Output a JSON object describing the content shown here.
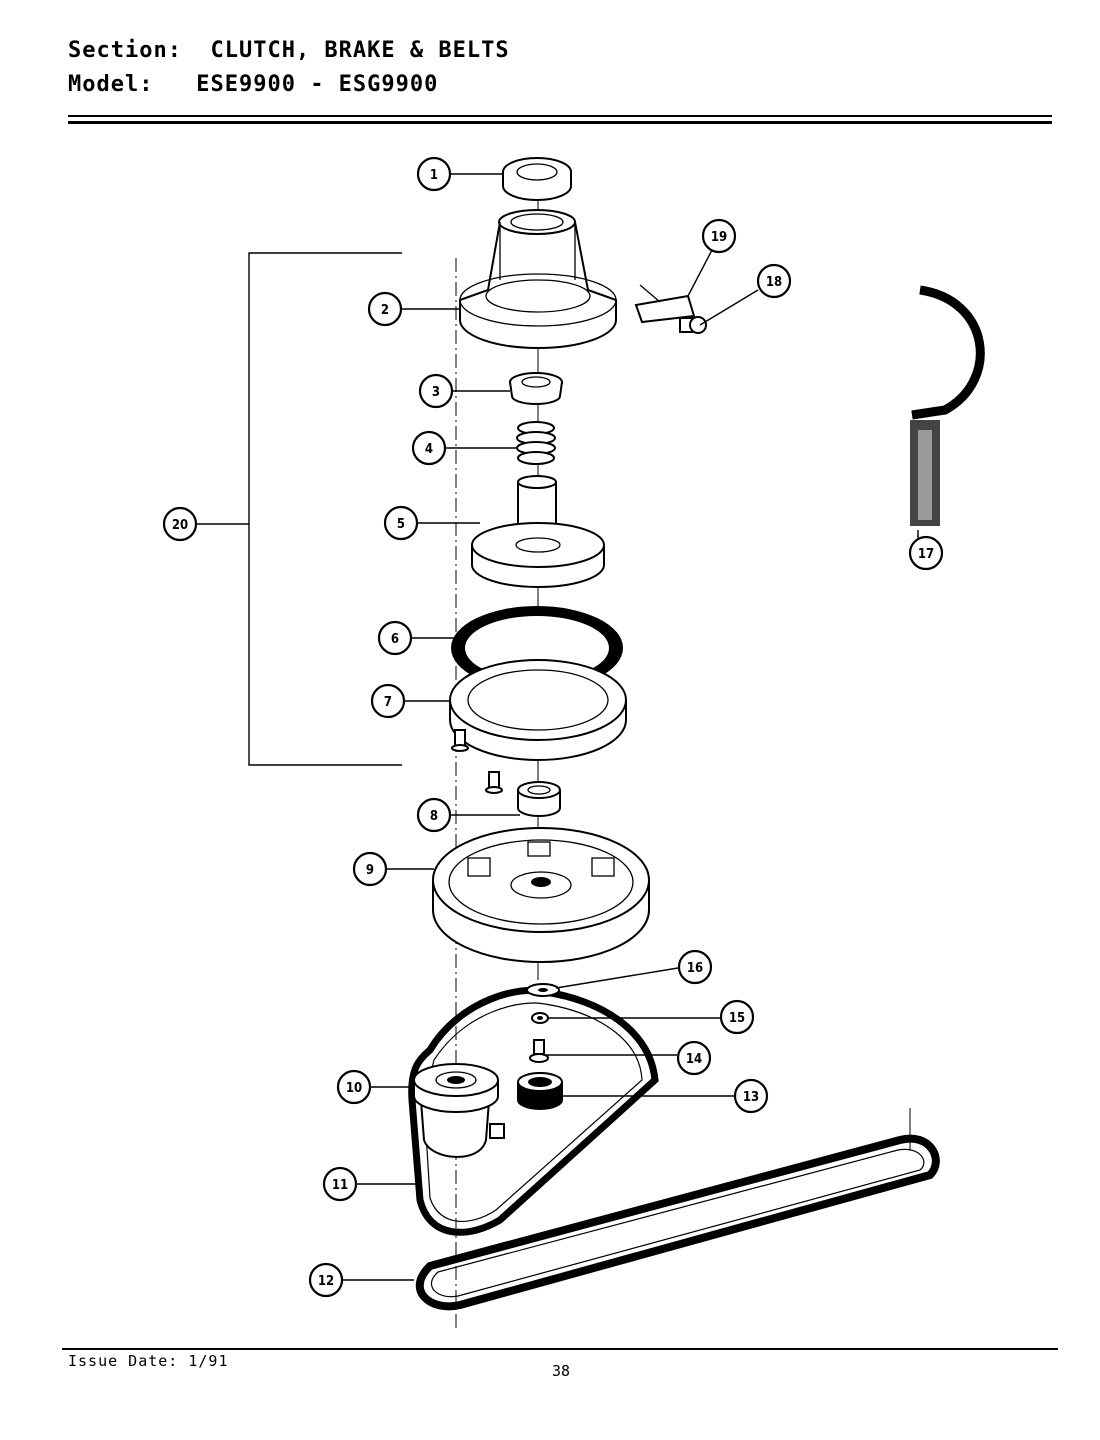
{
  "header": {
    "section_label": "Section:",
    "section_value": "CLUTCH, BRAKE & BELTS",
    "model_label": "Model:",
    "model_value": "ESE9900 - ESG9900"
  },
  "footer": {
    "issue_date": "Issue Date: 1/91",
    "page_number": "38"
  },
  "callouts": {
    "c1": "1",
    "c2": "2",
    "c3": "3",
    "c4": "4",
    "c5": "5",
    "c6": "6",
    "c7": "7",
    "c8": "8",
    "c9": "9",
    "c10": "10",
    "c11": "11",
    "c12": "12",
    "c13": "13",
    "c14": "14",
    "c15": "15",
    "c16": "16",
    "c17": "17",
    "c18": "18",
    "c19": "19",
    "c20": "20"
  }
}
